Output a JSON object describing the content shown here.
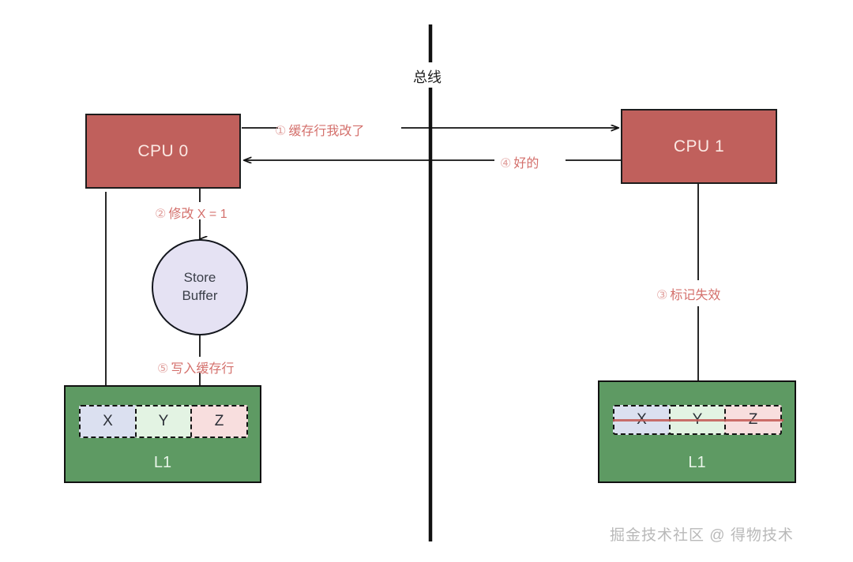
{
  "diagram": {
    "bus": {
      "label": "总线"
    },
    "cpu0": {
      "label": "CPU 0"
    },
    "cpu1": {
      "label": "CPU 1"
    },
    "store_buffer": {
      "line1": "Store",
      "line2": "Buffer"
    },
    "l1_left": {
      "label": "L1",
      "cells": [
        {
          "text": "X",
          "color": "#dbe0f0"
        },
        {
          "text": "Y",
          "color": "#e3f3e3"
        },
        {
          "text": "Z",
          "color": "#f8dede"
        }
      ]
    },
    "l1_right": {
      "label": "L1",
      "invalidated": true,
      "cells": [
        {
          "text": "X",
          "color": "#dbe0f0"
        },
        {
          "text": "Y",
          "color": "#e3f3e3"
        },
        {
          "text": "Z",
          "color": "#f8dede"
        }
      ]
    },
    "steps": [
      {
        "num": "①",
        "text": "缓存行我改了"
      },
      {
        "num": "②",
        "text": "修改 X = 1"
      },
      {
        "num": "③",
        "text": "标记失效"
      },
      {
        "num": "④",
        "text": "好的"
      },
      {
        "num": "⑤",
        "text": "写入缓存行"
      }
    ],
    "colors": {
      "cpu_fill": "#c0605c",
      "l1_fill": "#5e9a63",
      "store_buffer_fill": "#e5e2f3",
      "step_text": "#d4706c",
      "stroke": "#1c1c1c",
      "strike": "#c45c58"
    },
    "watermark": "掘金技术社区 @ 得物技术"
  }
}
